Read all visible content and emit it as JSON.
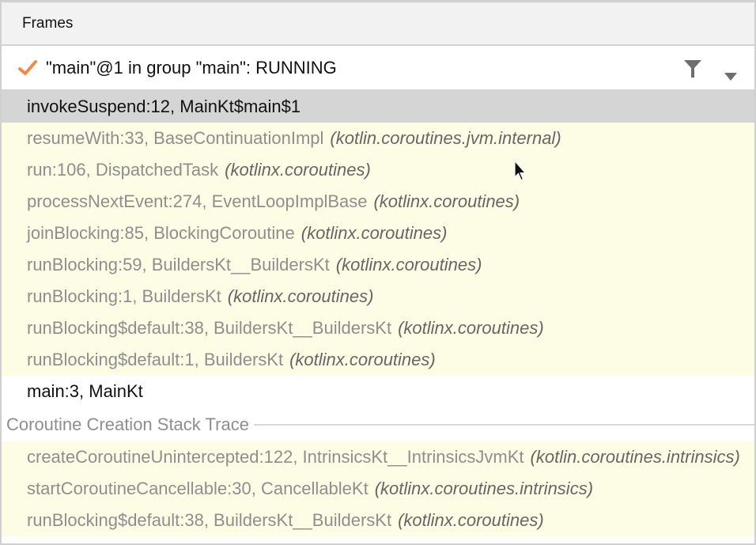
{
  "header": {
    "title": "Frames"
  },
  "thread": {
    "label": "\"main\"@1 in group \"main\": RUNNING",
    "status_icon": "check-icon",
    "accent": "#f08a4b"
  },
  "frames": [
    {
      "method": "invokeSuspend:12, MainKt$main$1",
      "package": "",
      "kind": "selected"
    },
    {
      "method": "resumeWith:33, BaseContinuationImpl",
      "package": "(kotlin.coroutines.jvm.internal)",
      "kind": "library"
    },
    {
      "method": "run:106, DispatchedTask",
      "package": "(kotlinx.coroutines)",
      "kind": "library"
    },
    {
      "method": "processNextEvent:274, EventLoopImplBase",
      "package": "(kotlinx.coroutines)",
      "kind": "library"
    },
    {
      "method": "joinBlocking:85, BlockingCoroutine",
      "package": "(kotlinx.coroutines)",
      "kind": "library"
    },
    {
      "method": "runBlocking:59, BuildersKt__BuildersKt",
      "package": "(kotlinx.coroutines)",
      "kind": "library"
    },
    {
      "method": "runBlocking:1, BuildersKt",
      "package": "(kotlinx.coroutines)",
      "kind": "library"
    },
    {
      "method": "runBlocking$default:38, BuildersKt__BuildersKt",
      "package": "(kotlinx.coroutines)",
      "kind": "library"
    },
    {
      "method": "runBlocking$default:1, BuildersKt",
      "package": "(kotlinx.coroutines)",
      "kind": "library"
    },
    {
      "method": "main:3, MainKt",
      "package": "",
      "kind": "user"
    }
  ],
  "creation": {
    "title": "Coroutine Creation Stack Trace",
    "frames": [
      {
        "method": "createCoroutineUnintercepted:122, IntrinsicsKt__IntrinsicsJvmKt",
        "package": "(kotlin.coroutines.intrinsics)"
      },
      {
        "method": "startCoroutineCancellable:30, CancellableKt",
        "package": "(kotlinx.coroutines.intrinsics)"
      },
      {
        "method": "runBlocking$default:38, BuildersKt__BuildersKt",
        "package": "(kotlinx.coroutines)"
      }
    ]
  }
}
